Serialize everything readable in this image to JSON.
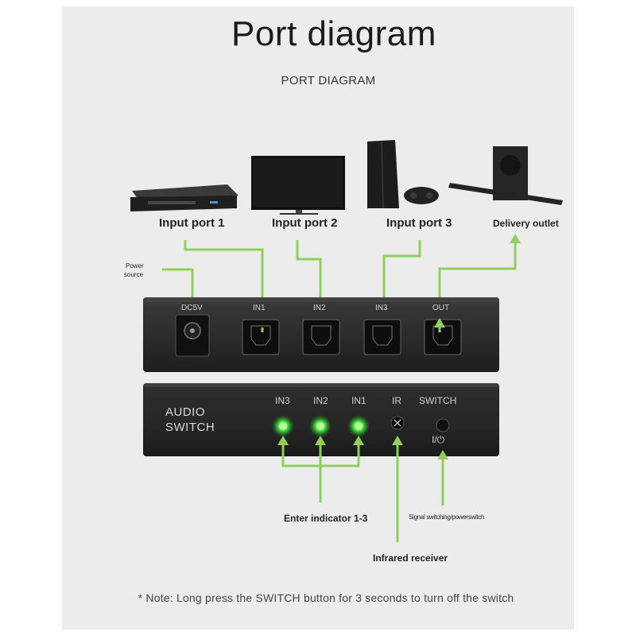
{
  "title": "Port diagram",
  "subtitle": "PORT DIAGRAM",
  "devices": {
    "input_port_1": "Input port 1",
    "input_port_2": "Input port 2",
    "input_port_3": "Input port 3",
    "delivery_outlet": "Delivery outlet"
  },
  "power_source": [
    "Power",
    "source"
  ],
  "rear_panel": {
    "dc": "DC5V",
    "in1": "IN1",
    "in2": "IN2",
    "in3": "IN3",
    "out": "OUT"
  },
  "front_panel": {
    "brand_line1": "AUDIO",
    "brand_line2": "SWITCH",
    "in3": "IN3",
    "in2": "IN2",
    "in1": "IN1",
    "ir": "IR",
    "switch": "SWITCH",
    "power_symbol": "I/⏻"
  },
  "callouts": {
    "enter_indicator": "Enter indicator 1-3",
    "signal_switching": "Signal switching/powerswitch",
    "infrared_receiver": "Infrared receiver"
  },
  "note": "* Note: Long press the SWITCH button for 3 seconds to turn off the switch",
  "colors": {
    "line_green": "#8fcf5a",
    "led_green": "#39d33a",
    "panel_bg": "#ececec",
    "device_body": "#2b2b2b"
  }
}
